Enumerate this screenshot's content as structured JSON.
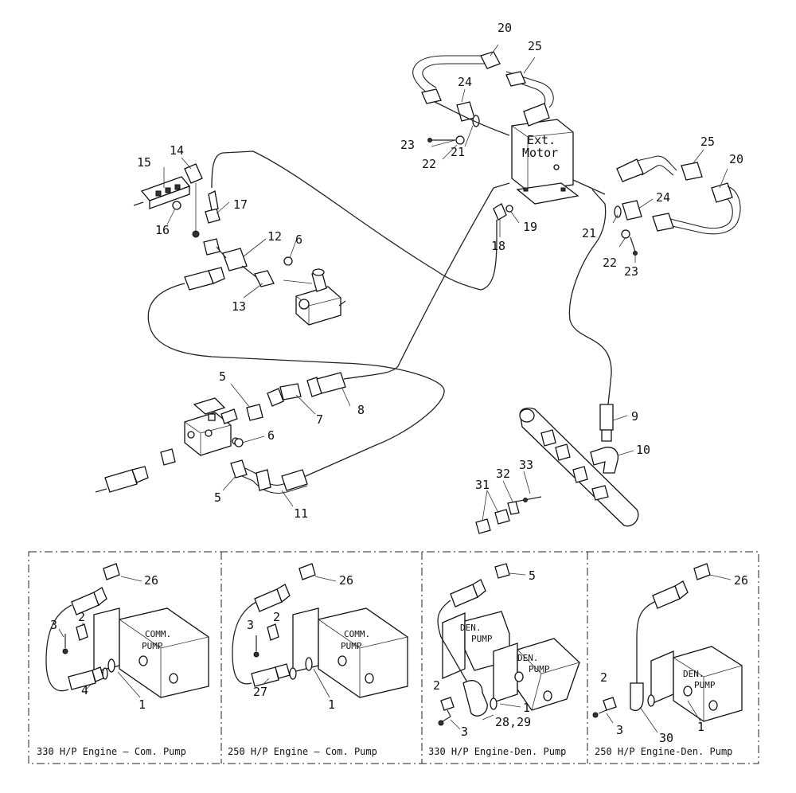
{
  "callouts": {
    "c1": "1",
    "c2": "2",
    "c3": "3",
    "c4": "4",
    "c5": "5",
    "c6": "6",
    "c7": "7",
    "c8": "8",
    "c9": "9",
    "c10": "10",
    "c11": "11",
    "c12": "12",
    "c13": "13",
    "c14": "14",
    "c15": "15",
    "c16": "16",
    "c17": "17",
    "c18": "18",
    "c19": "19",
    "c20": "20",
    "c21": "21",
    "c22": "22",
    "c23": "23",
    "c24": "24",
    "c25": "25",
    "c26": "26",
    "c27": "27",
    "c2829": "28,29",
    "c30": "30",
    "c31": "31",
    "c32": "32",
    "c33": "33"
  },
  "motor": {
    "line1": "Ext.",
    "line2": "Motor"
  },
  "pumps": {
    "comm_line1": "COMM.",
    "comm_line2": "PUMP",
    "den_line1": "DEN.",
    "den_line2": "PUMP"
  },
  "panels": [
    {
      "caption": "330 H/P Engine — Com. Pump"
    },
    {
      "caption": "250 H/P Engine — Com. Pump"
    },
    {
      "caption": "330 H/P Engine-Den. Pump"
    },
    {
      "caption": "250 H/P Engine-Den. Pump"
    }
  ]
}
